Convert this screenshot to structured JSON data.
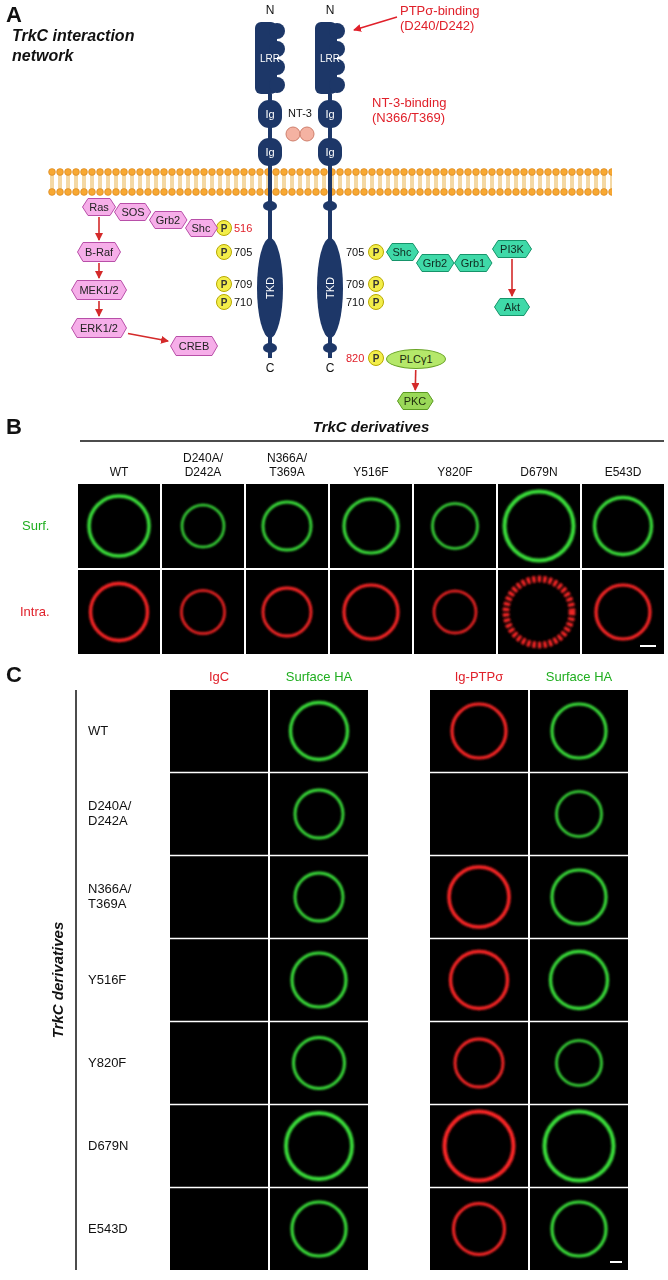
{
  "diagram": {
    "nodes": [
      {
        "text": [
          "LRR"
        ]
      },
      {
        "text": [
          "Ig"
        ]
      },
      {
        "text": [
          "Ig"
        ]
      },
      {
        "text": [
          "TKD"
        ]
      },
      {
        "text": [
          "LRR"
        ]
      },
      {
        "text": [
          "Ig"
        ]
      },
      {
        "text": [
          "Ig"
        ]
      },
      {
        "text": [
          "TKD"
        ]
      },
      {
        "text": [
          "P"
        ]
      },
      {
        "text": [
          "P"
        ]
      },
      {
        "text": [
          "P"
        ]
      },
      {
        "text": [
          "P"
        ]
      },
      {
        "text": [
          "P"
        ]
      },
      {
        "text": [
          "P"
        ]
      },
      {
        "text": [
          "P"
        ]
      },
      {
        "text": [
          "P"
        ]
      },
      {
        "text": [
          "Ras"
        ]
      },
      {
        "text": [
          "SOS"
        ]
      },
      {
        "text": [
          "Grb2"
        ]
      },
      {
        "text": [
          "Shc"
        ]
      },
      {
        "text": [
          "B-Raf"
        ]
      },
      {
        "text": [
          "MEK1/2"
        ]
      },
      {
        "text": [
          "ERK1/2"
        ]
      },
      {
        "text": [
          "CREB"
        ]
      },
      {
        "text": [
          "Shc"
        ]
      },
      {
        "text": [
          "Grb2"
        ]
      },
      {
        "text": [
          "Grb1"
        ]
      },
      {
        "text": [
          "PI3K"
        ]
      },
      {
        "text": [
          "Akt"
        ]
      },
      {
        "text": [
          "PLCγ1"
        ]
      },
      {
        "text": [
          "PKC"
        ]
      }
    ],
    "edges": [
      {
        "from": 16,
        "to": 20,
        "arrow": "to"
      },
      {
        "from": 20,
        "to": 21,
        "arrow": "to"
      },
      {
        "from": 21,
        "to": 22,
        "arrow": "to"
      },
      {
        "from": 22,
        "to": 23,
        "arrow": "to"
      },
      {
        "from": 27,
        "to": 28,
        "arrow": "to"
      },
      {
        "from": 29,
        "to": 30,
        "arrow": "to"
      }
    ],
    "labels": [
      "A",
      "TrkC interaction network",
      "N",
      "N",
      "PTPσ-binding (D240/D242)",
      "NT-3",
      "NT-3-binding (N366/T369)",
      "516",
      "705",
      "709",
      "710",
      "705",
      "709",
      "710",
      "820",
      "C",
      "C",
      "B",
      "TrkC derivatives",
      "WT",
      "D240A/ D242A",
      "N366A/ T369A",
      "Y516F",
      "Y820F",
      "D679N",
      "E543D",
      "Surf.",
      "Intra.",
      "C",
      "IgC",
      "Surface HA",
      "Ig-PTPσ",
      "Surface HA",
      "TrkC derivatives",
      "WT",
      "D240A/ D242A",
      "N366A/ T369A",
      "Y516F",
      "Y820F",
      "D679N",
      "E543D"
    ]
  }
}
